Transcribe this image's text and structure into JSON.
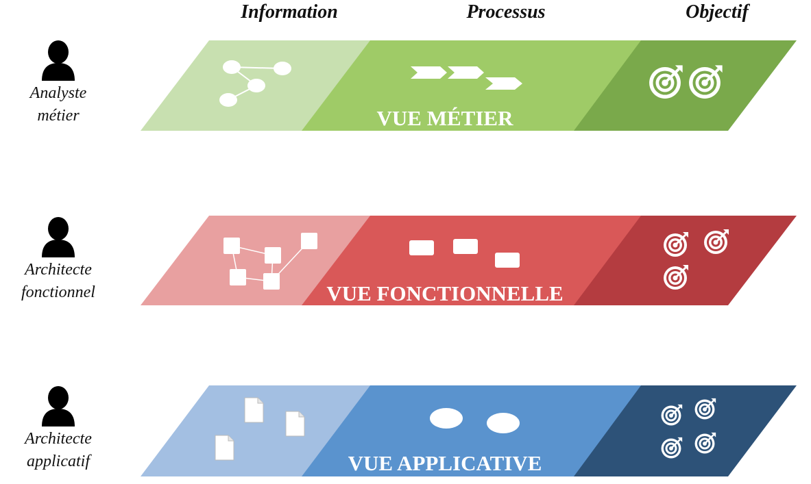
{
  "columns": [
    "Information",
    "Processus",
    "Objectif"
  ],
  "roles": [
    {
      "label": "Analyste\nmétier"
    },
    {
      "label": "Architecte\nfonctionnel"
    },
    {
      "label": "Architecte\napplicatif"
    }
  ],
  "views": [
    {
      "title": "VUE MÉTIER",
      "colors": {
        "information": "#c8e0b0",
        "processus": "#9fcb67",
        "objectif": "#7aa94b"
      }
    },
    {
      "title": "VUE FONCTIONNELLE",
      "colors": {
        "information": "#e8a0a0",
        "processus": "#d95858",
        "objectif": "#b43c40"
      }
    },
    {
      "title": "VUE APPLICATIVE",
      "colors": {
        "information": "#a3bfe2",
        "processus": "#5a93ce",
        "objectif": "#2d5278"
      }
    }
  ]
}
